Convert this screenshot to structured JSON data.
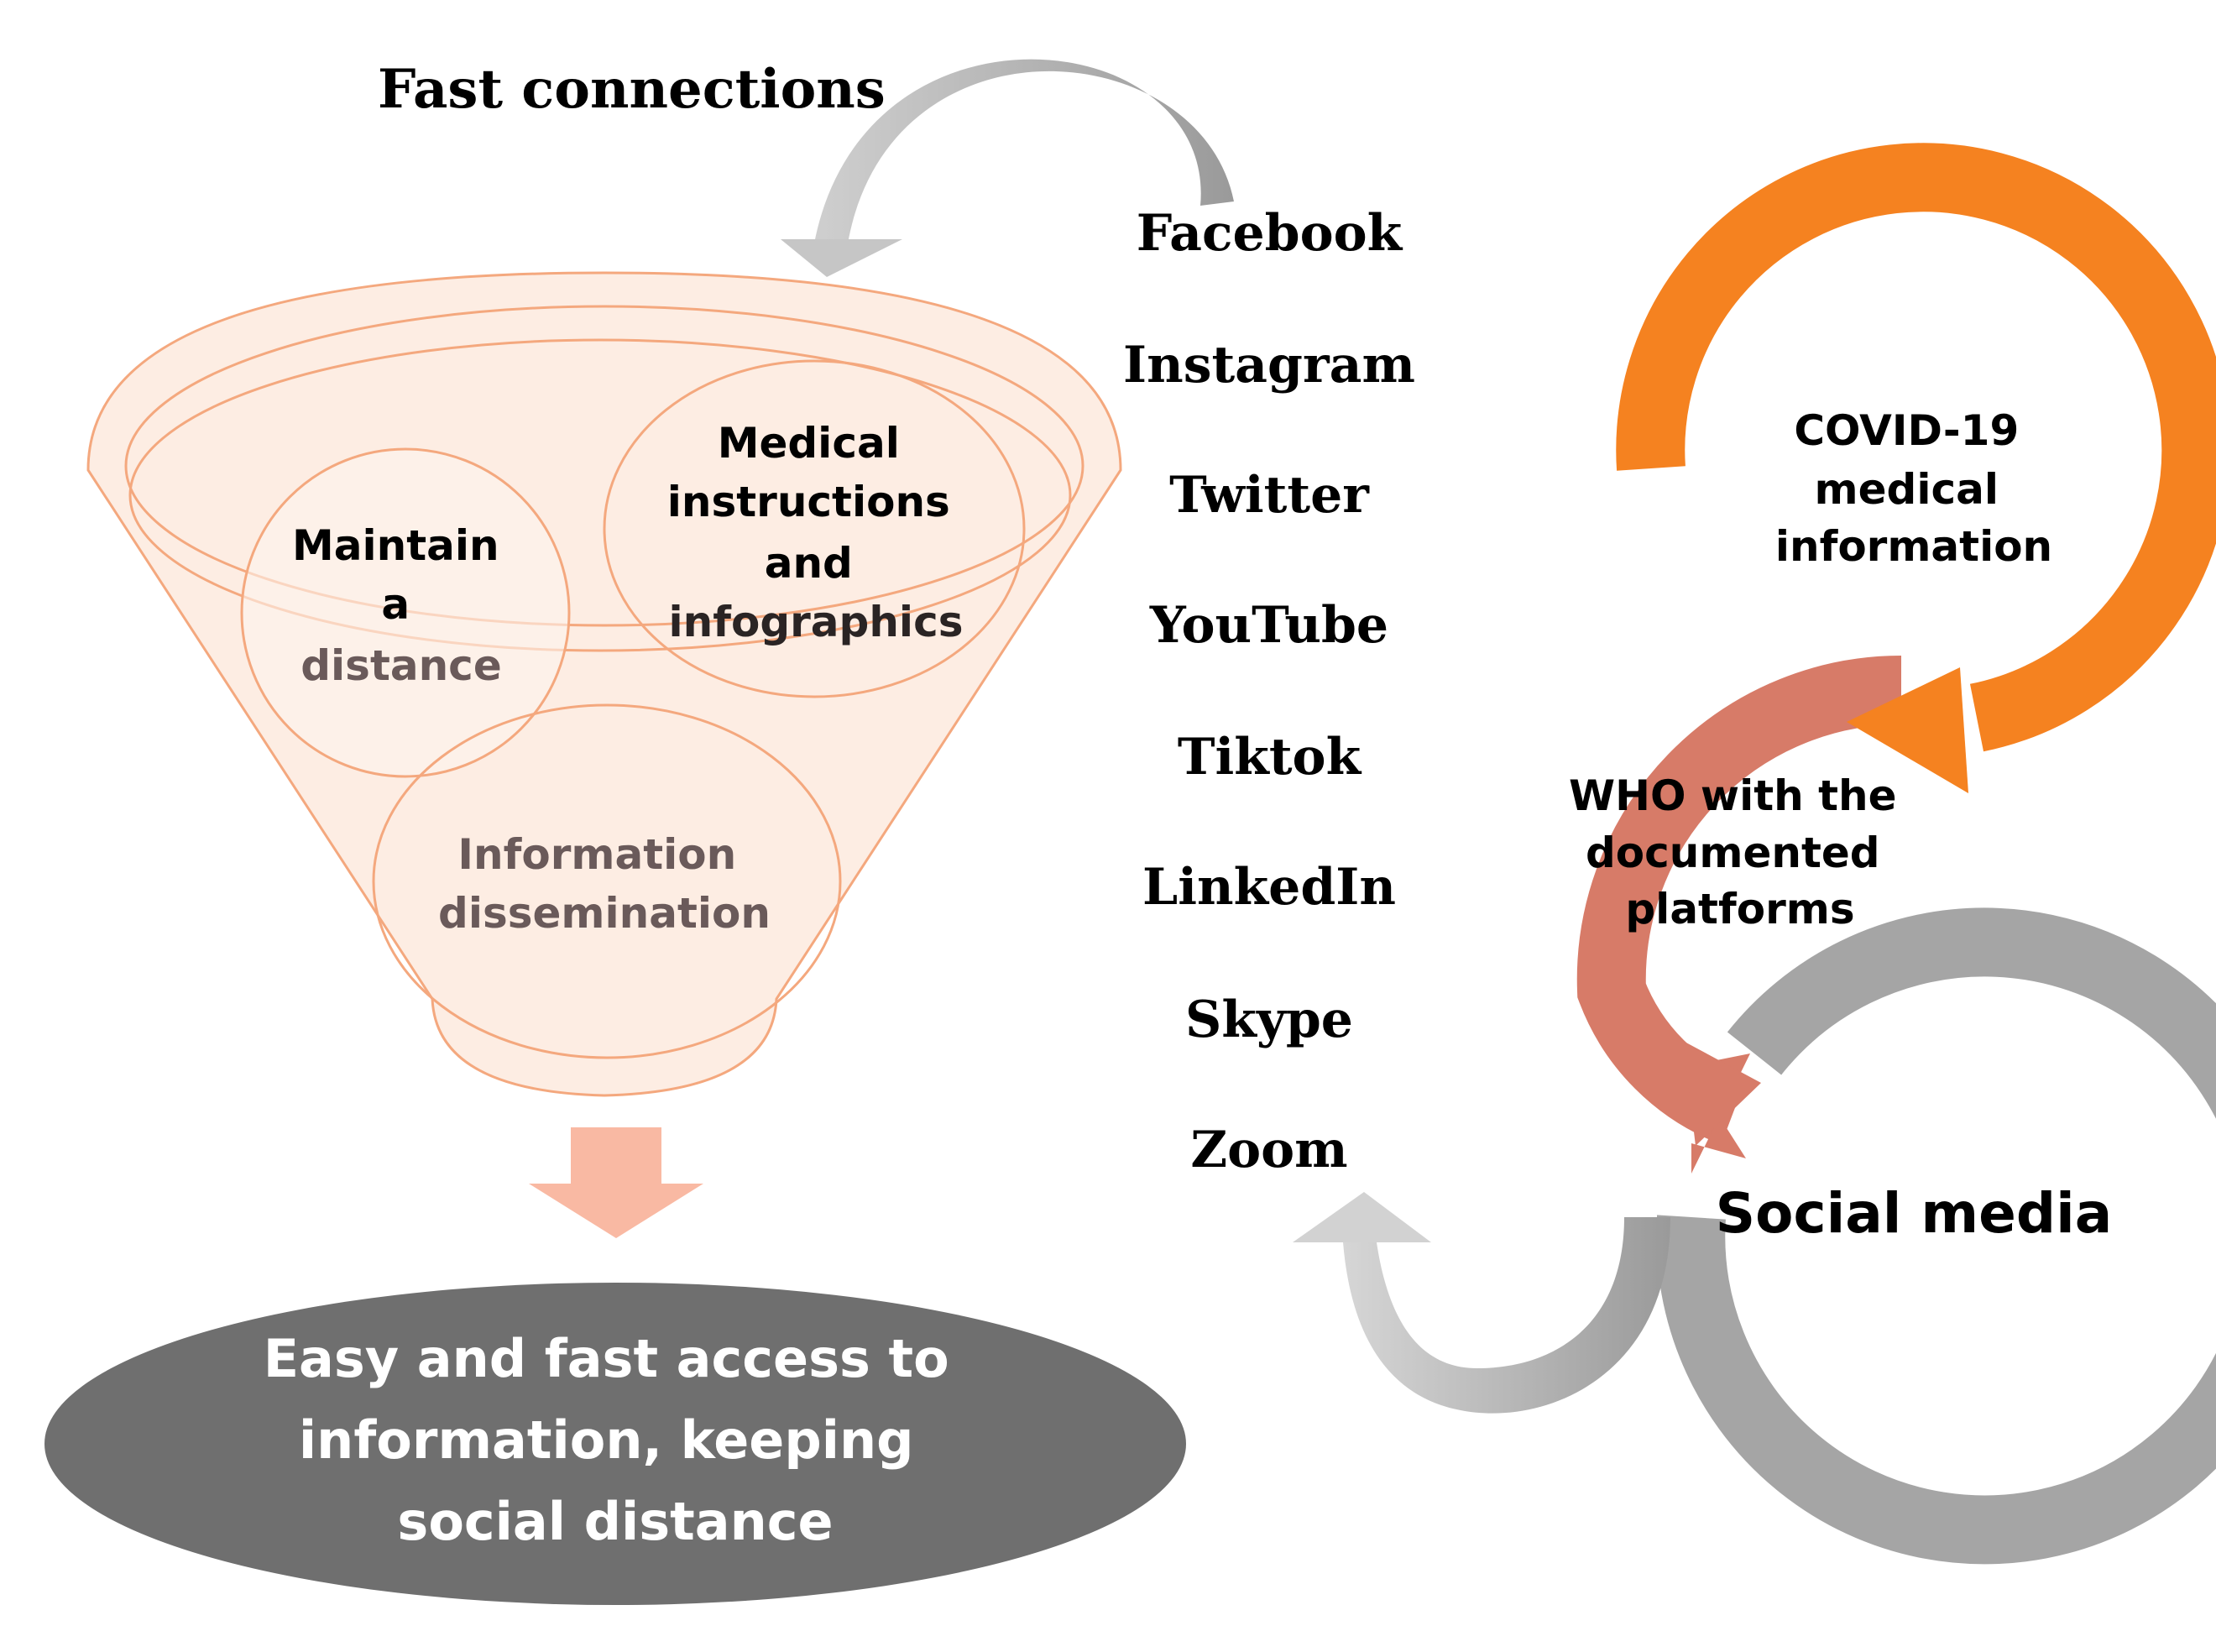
{
  "header": {
    "fast_connections": "Fast connections"
  },
  "funnel": {
    "circles": [
      {
        "id": "maintain",
        "lines": [
          "Maintain",
          "a",
          "distance"
        ]
      },
      {
        "id": "medical",
        "lines": [
          "Medical",
          "instructions",
          "and",
          "infographics"
        ]
      },
      {
        "id": "dissemination",
        "lines": [
          "Information",
          "dissemination"
        ]
      }
    ]
  },
  "outcome": {
    "lines": [
      "Easy and  fast access to",
      "information, keeping",
      "social distance"
    ]
  },
  "platforms": [
    "Facebook",
    "Instagram",
    "Twitter",
    "YouTube",
    "Tiktok",
    "LinkedIn",
    "Skype",
    "Zoom"
  ],
  "cycle": {
    "covid": [
      "COVID-19",
      "medical",
      "information"
    ],
    "who": [
      "WHO with the",
      "documented",
      "platforms"
    ],
    "social": "Social media"
  },
  "colors": {
    "funnel_stroke": "#F4A87E",
    "funnel_fill": "#FDEDE3",
    "down_arrow": "#F9B9A3",
    "outcome_fill": "#6F6F6F",
    "orange_ring": "#F58220",
    "salmon_ring": "#D77B68",
    "gray_ring": "#A5A5A5",
    "light_gray_arrow": "#C8C8C8",
    "dark_gray_arrow": "#9C9C9C"
  }
}
